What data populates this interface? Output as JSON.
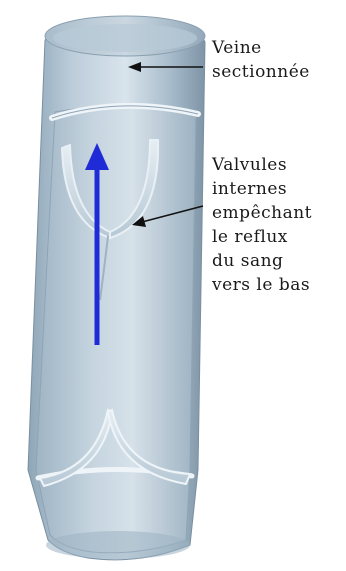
{
  "labels": {
    "vein": [
      "Veine",
      "sectionnée"
    ],
    "valves": [
      "Valvules",
      "internes",
      "empêchant",
      "le reflux",
      "du sang",
      "vers le bas"
    ]
  },
  "colors": {
    "arrow_flow": "#1f2bd6",
    "pointer": "#111111",
    "vein_light": "#d7e2ea",
    "vein_mid": "#a9bdcc",
    "vein_dark": "#7f97aa"
  }
}
